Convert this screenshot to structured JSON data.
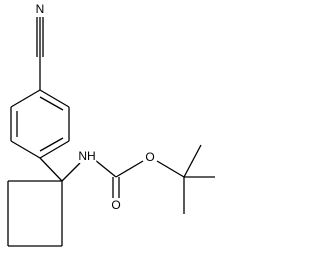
{
  "structure": {
    "atoms": {
      "nitrile_n": "N",
      "amine_nh": "NH",
      "carbonyl_o": "O",
      "ester_o": "O"
    },
    "colors": {
      "bond": "#000000",
      "background": "#ffffff"
    }
  }
}
